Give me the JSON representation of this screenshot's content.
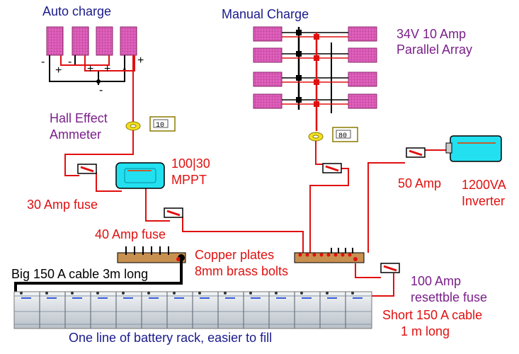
{
  "labels": {
    "auto_charge": "Auto charge",
    "manual_charge": "Manual Charge",
    "array_line1": "34V 10 Amp",
    "array_line2": "Parallel Array",
    "hall_line1": "Hall Effect",
    "hall_line2": "Ammeter",
    "mppt_line1": "100|30",
    "mppt_line2": "MPPT",
    "fuse30": "30 Amp fuse",
    "fuse40": "40 Amp fuse",
    "fuse50": "50 Amp",
    "inverter_line1": "1200VA",
    "inverter_line2": "Inverter",
    "copper_line1": "Copper plates",
    "copper_line2": "8mm brass bolts",
    "cable_long": "Big 150 A cable 3m long",
    "fuse100_line1": "100 Amp",
    "fuse100_line2": "resettble fuse",
    "short_line1": "Short 150 A cable",
    "short_line2": "1 m long",
    "rack": "One line of battery rack, easier to fill"
  },
  "ammeter_readings": {
    "auto": "10",
    "manual": "80"
  },
  "polarity": {
    "minus": "-",
    "plus": "+"
  },
  "colors": {
    "wire_red": "#e01010",
    "wire_black": "#000000",
    "panel": "#e060c0",
    "device_cyan": "#22e0f0",
    "hall_yellow": "#f0e020",
    "busbar": "#c89050",
    "text_blue": "#1a1a8c",
    "text_purple": "#7a1f8a"
  }
}
